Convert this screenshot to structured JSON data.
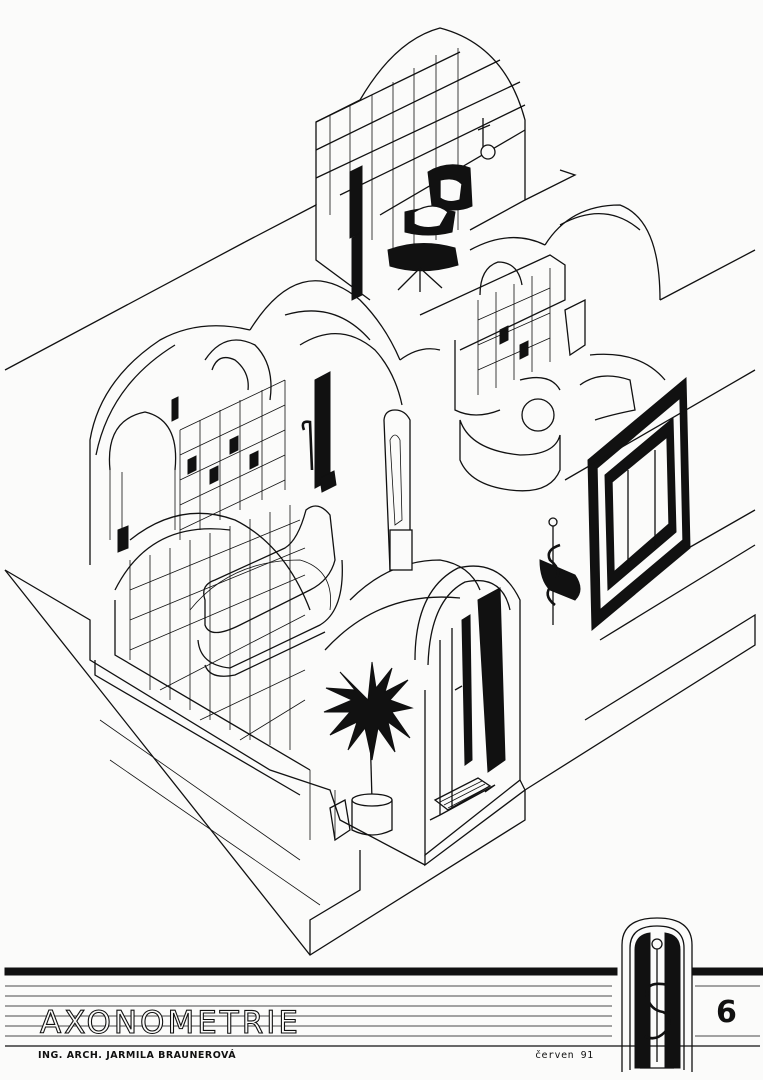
{
  "title_block": {
    "title": "AXONOMETRIE",
    "author": "ING. ARCH. JARMILA BRAUNEROVÁ",
    "date": "červen  91",
    "sheet_number": "6"
  },
  "colors": {
    "paper": "#fbfbfa",
    "ink": "#111111"
  }
}
